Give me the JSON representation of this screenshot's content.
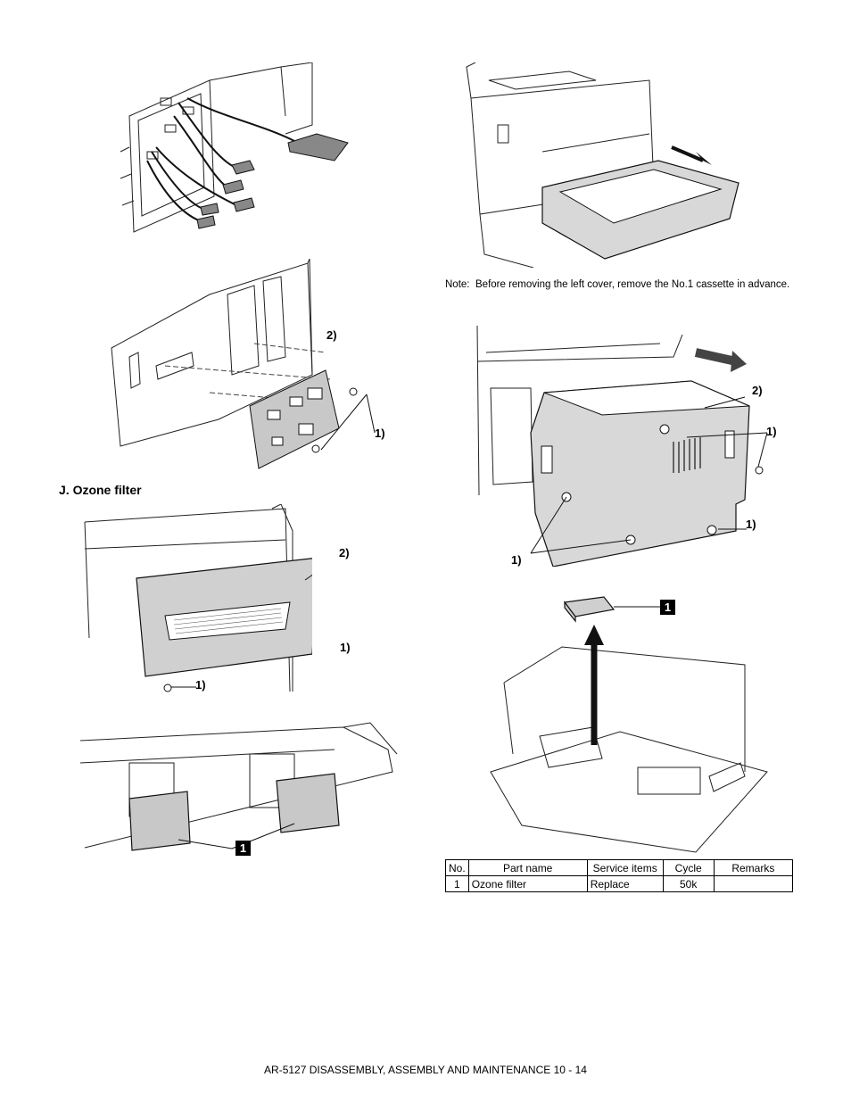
{
  "section": {
    "title": "J.  Ozone filter"
  },
  "note": {
    "label": "Note:",
    "text": "Before removing the left cover, remove the No.1 cassette in advance."
  },
  "callouts": {
    "screw": "1)",
    "cover": "2)",
    "part_number": "1"
  },
  "parts_table": {
    "headers": [
      "No.",
      "Part name",
      "Service items",
      "Cycle",
      "Remarks"
    ],
    "rows": [
      [
        "1",
        "Ozone filter",
        "Replace",
        "50k",
        ""
      ]
    ]
  },
  "footer": {
    "text": "AR-5127 DISASSEMBLY, ASSEMBLY AND MAINTENANCE 10 - 14"
  }
}
